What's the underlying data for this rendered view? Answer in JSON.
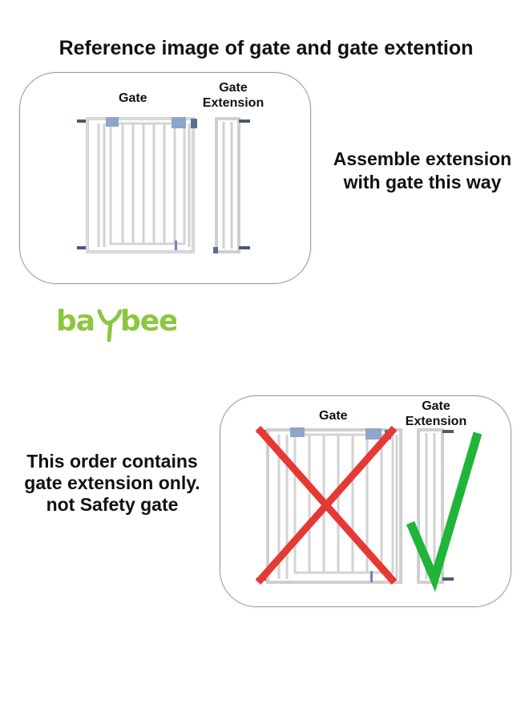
{
  "title": "Reference image of gate and gate extention",
  "panel_top": {
    "gate_label": "Gate",
    "extension_label_line1": "Gate",
    "extension_label_line2": "Extension"
  },
  "assemble_text": {
    "line1": "Assemble extension",
    "line2": "with gate this way"
  },
  "logo": {
    "text": "baybee",
    "color": "#8cc63f"
  },
  "panel_bottom": {
    "gate_label": "Gate",
    "extension_label_line1": "Gate",
    "extension_label_line2": "Extension",
    "cross_color": "#e53935",
    "check_color": "#1fb538"
  },
  "order_text": {
    "line1": "This order contains",
    "line2": "gate extension only.",
    "line3": "not Safety gate"
  }
}
